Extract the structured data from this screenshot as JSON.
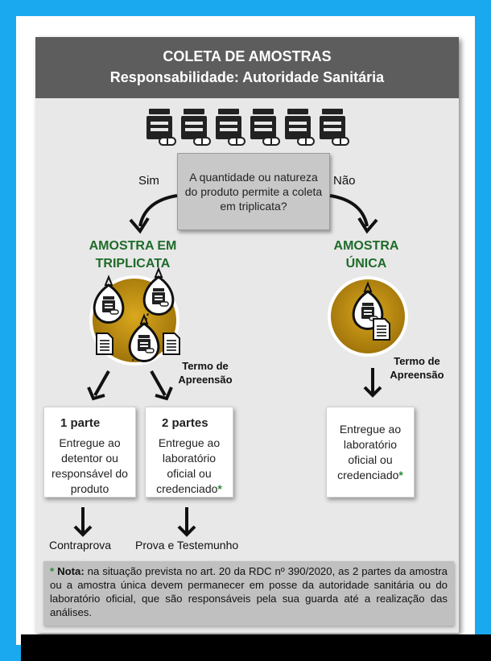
{
  "header": {
    "title": "COLETA DE AMOSTRAS",
    "subtitle": "Responsabilidade: Autoridade Sanitária"
  },
  "question": {
    "text": "A quantidade ou natureza do produto permite a coleta em triplicata?",
    "yes_label": "Sim",
    "no_label": "Não"
  },
  "triplicate": {
    "title_line1": "AMOSTRA EM",
    "title_line2": "TRIPLICATA",
    "termo_line1": "Termo de",
    "termo_line2": "Apreensão",
    "part1_header": "1 parte",
    "part1_body": "Entregue ao detentor ou responsável do produto",
    "part1_result": "Contraprova",
    "part2_header": "2 partes",
    "part2_body": "Entregue ao laboratório oficial ou credenciado",
    "part2_star": "*",
    "part2_result": "Prova e Testemunho"
  },
  "single": {
    "title_line1": "AMOSTRA",
    "title_line2": "ÚNICA",
    "termo_line1": "Termo de",
    "termo_line2": "Apreensão",
    "body": "Entregue ao laboratório oficial ou credenciado",
    "star": "*"
  },
  "note": {
    "star": "*",
    "label": "Nota:",
    "text": " na situação prevista no art. 20 da RDC nº 390/2020, as 2 partes da amostra ou a amostra única devem permanecer em posse da autoridade sanitária ou do laboratório oficial, que são responsáveis pela sua guarda até a realização das análises."
  },
  "colors": {
    "frame": "#1aa9ee",
    "header_bg": "#5d5d5d",
    "green_text": "#1f6b2a",
    "gold_circle": "#b8860b"
  },
  "icons": [
    "medicine-bottle-icon",
    "sample-bag-icon",
    "document-icon",
    "arrow-icon"
  ]
}
